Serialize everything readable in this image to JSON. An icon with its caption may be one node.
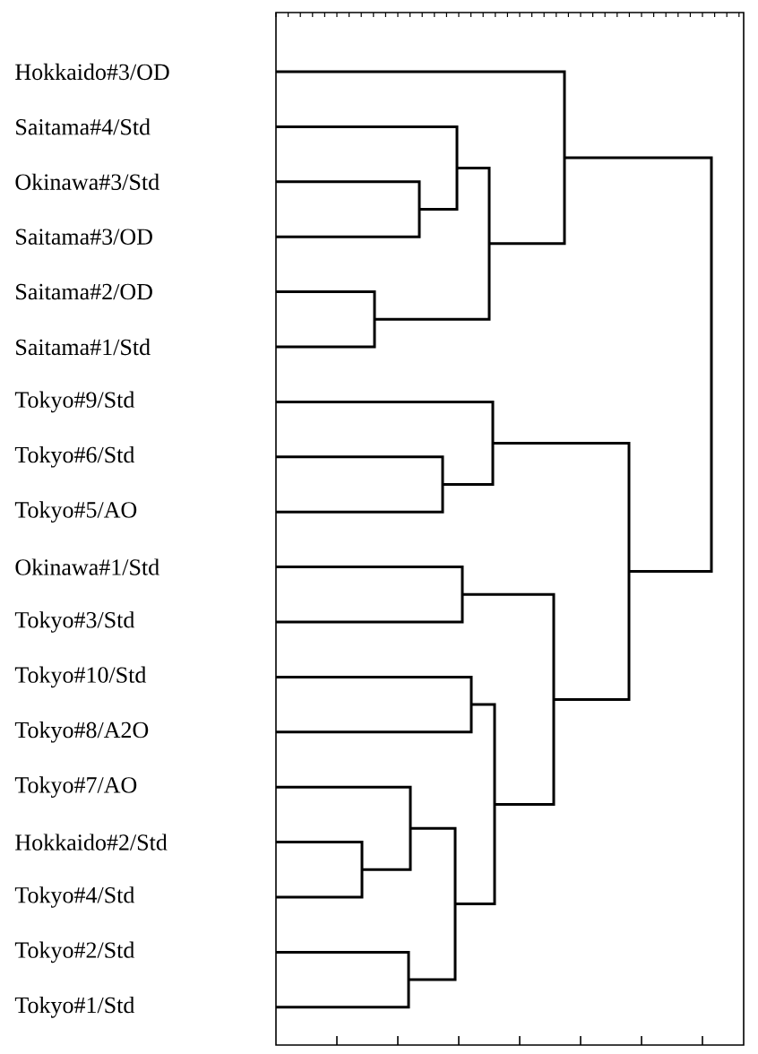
{
  "diagram": {
    "labels": [
      "Hokkaido#3/OD",
      "Saitama#4/Std",
      "Okinawa#3/Std",
      "Saitama#3/OD",
      "Saitama#2/OD",
      "Saitama#1/Std",
      "Tokyo#9/Std",
      "Tokyo#6/Std",
      "Tokyo#5/AO",
      "Okinawa#1/Std",
      "Tokyo#3/Std",
      "Tokyo#10/Std",
      "Tokyo#8/A2O",
      "Tokyo#7/AO",
      "Hokkaido#2/Std",
      "Tokyo#4/Std",
      "Tokyo#2/Std",
      "Tokyo#1/Std"
    ]
  }
}
